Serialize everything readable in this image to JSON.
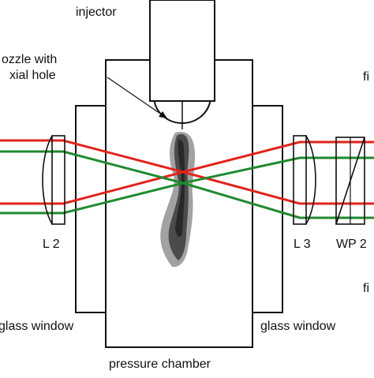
{
  "labels": {
    "injector": "injector",
    "nozzle_line1": "ozzle with",
    "nozzle_line2": "xial hole",
    "right_top": "fi",
    "right_bottom": "fi",
    "lens_left": "L 2",
    "lens_right": "L 3",
    "waveplate": "WP 2",
    "glass_window_left": "glass window",
    "glass_window_right": "glass window",
    "pressure_chamber": "pressure chamber"
  },
  "colors": {
    "beam_red": "#e2231a",
    "beam_green": "#1f8a2e",
    "outline": "#111111",
    "spray": "#3a3a3a"
  }
}
